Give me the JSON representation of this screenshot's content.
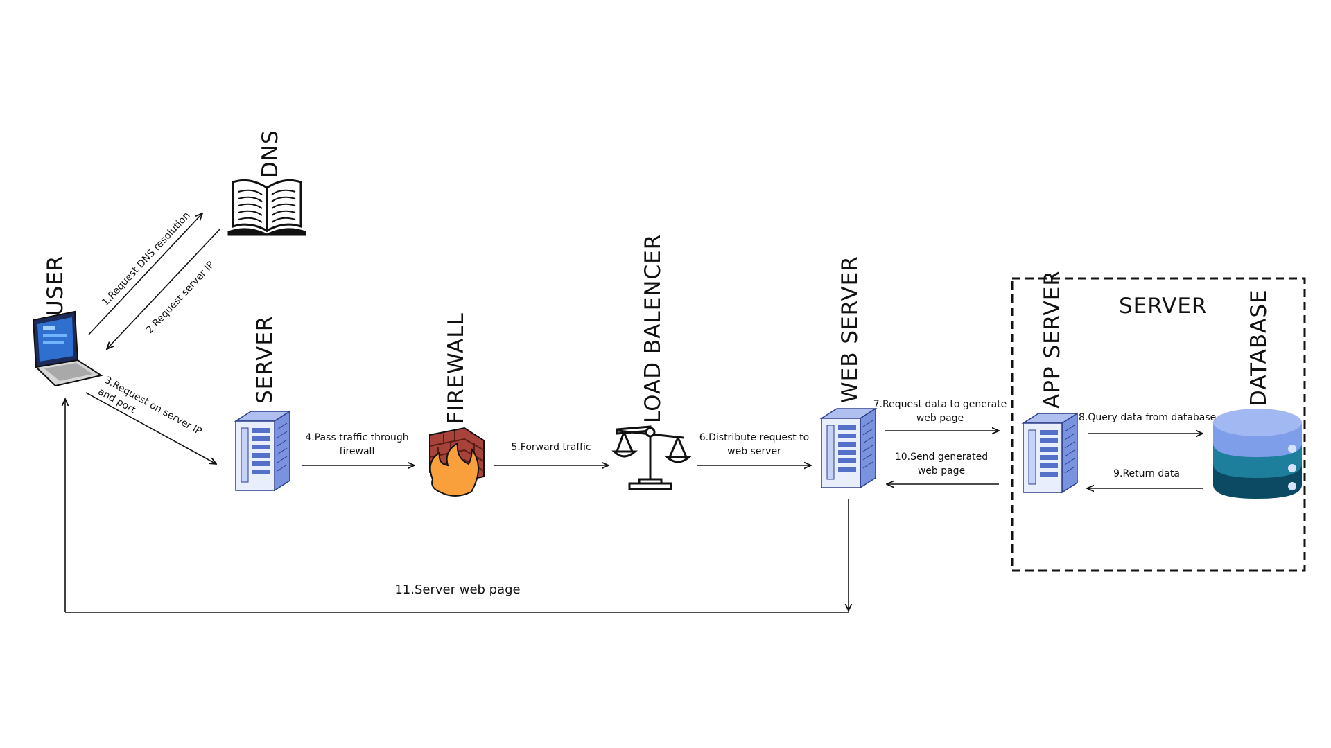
{
  "nodes": {
    "user": "USER",
    "dns": "DNS",
    "server": "SERVER",
    "firewall": "FIREWALL",
    "load_balancer": "LOAD BALENCER",
    "web_server": "WEB SERVER",
    "app_server": "APP SERVER",
    "database": "DATABASE",
    "server_group": "SERVER"
  },
  "steps": {
    "s1": "1.Request DNS resolution",
    "s2": "2.Request server IP",
    "s3": "3.Request on server IP and port",
    "s4": "4.Pass traffic through firewall",
    "s5": "5.Forward traffic",
    "s6": "6.Distribute request to web server",
    "s7": "7.Request data to generate web page",
    "s8": "8.Query data from database",
    "s9": "9.Return data",
    "s10": "10.Send generated web page",
    "s11": "11.Server web page"
  },
  "icons": [
    "laptop-icon",
    "book-icon",
    "server-rack-icon",
    "firewall-icon",
    "scale-icon",
    "database-icon"
  ],
  "colors": {
    "rack": "#7a93df",
    "rack_body": "#e9eefc",
    "db_top": "#a2b8f2",
    "db_mid": "#1e7f9c",
    "db_bottom": "#0c4a63",
    "firewall_brick": "#a7433b",
    "flame": "#f9a03c"
  }
}
